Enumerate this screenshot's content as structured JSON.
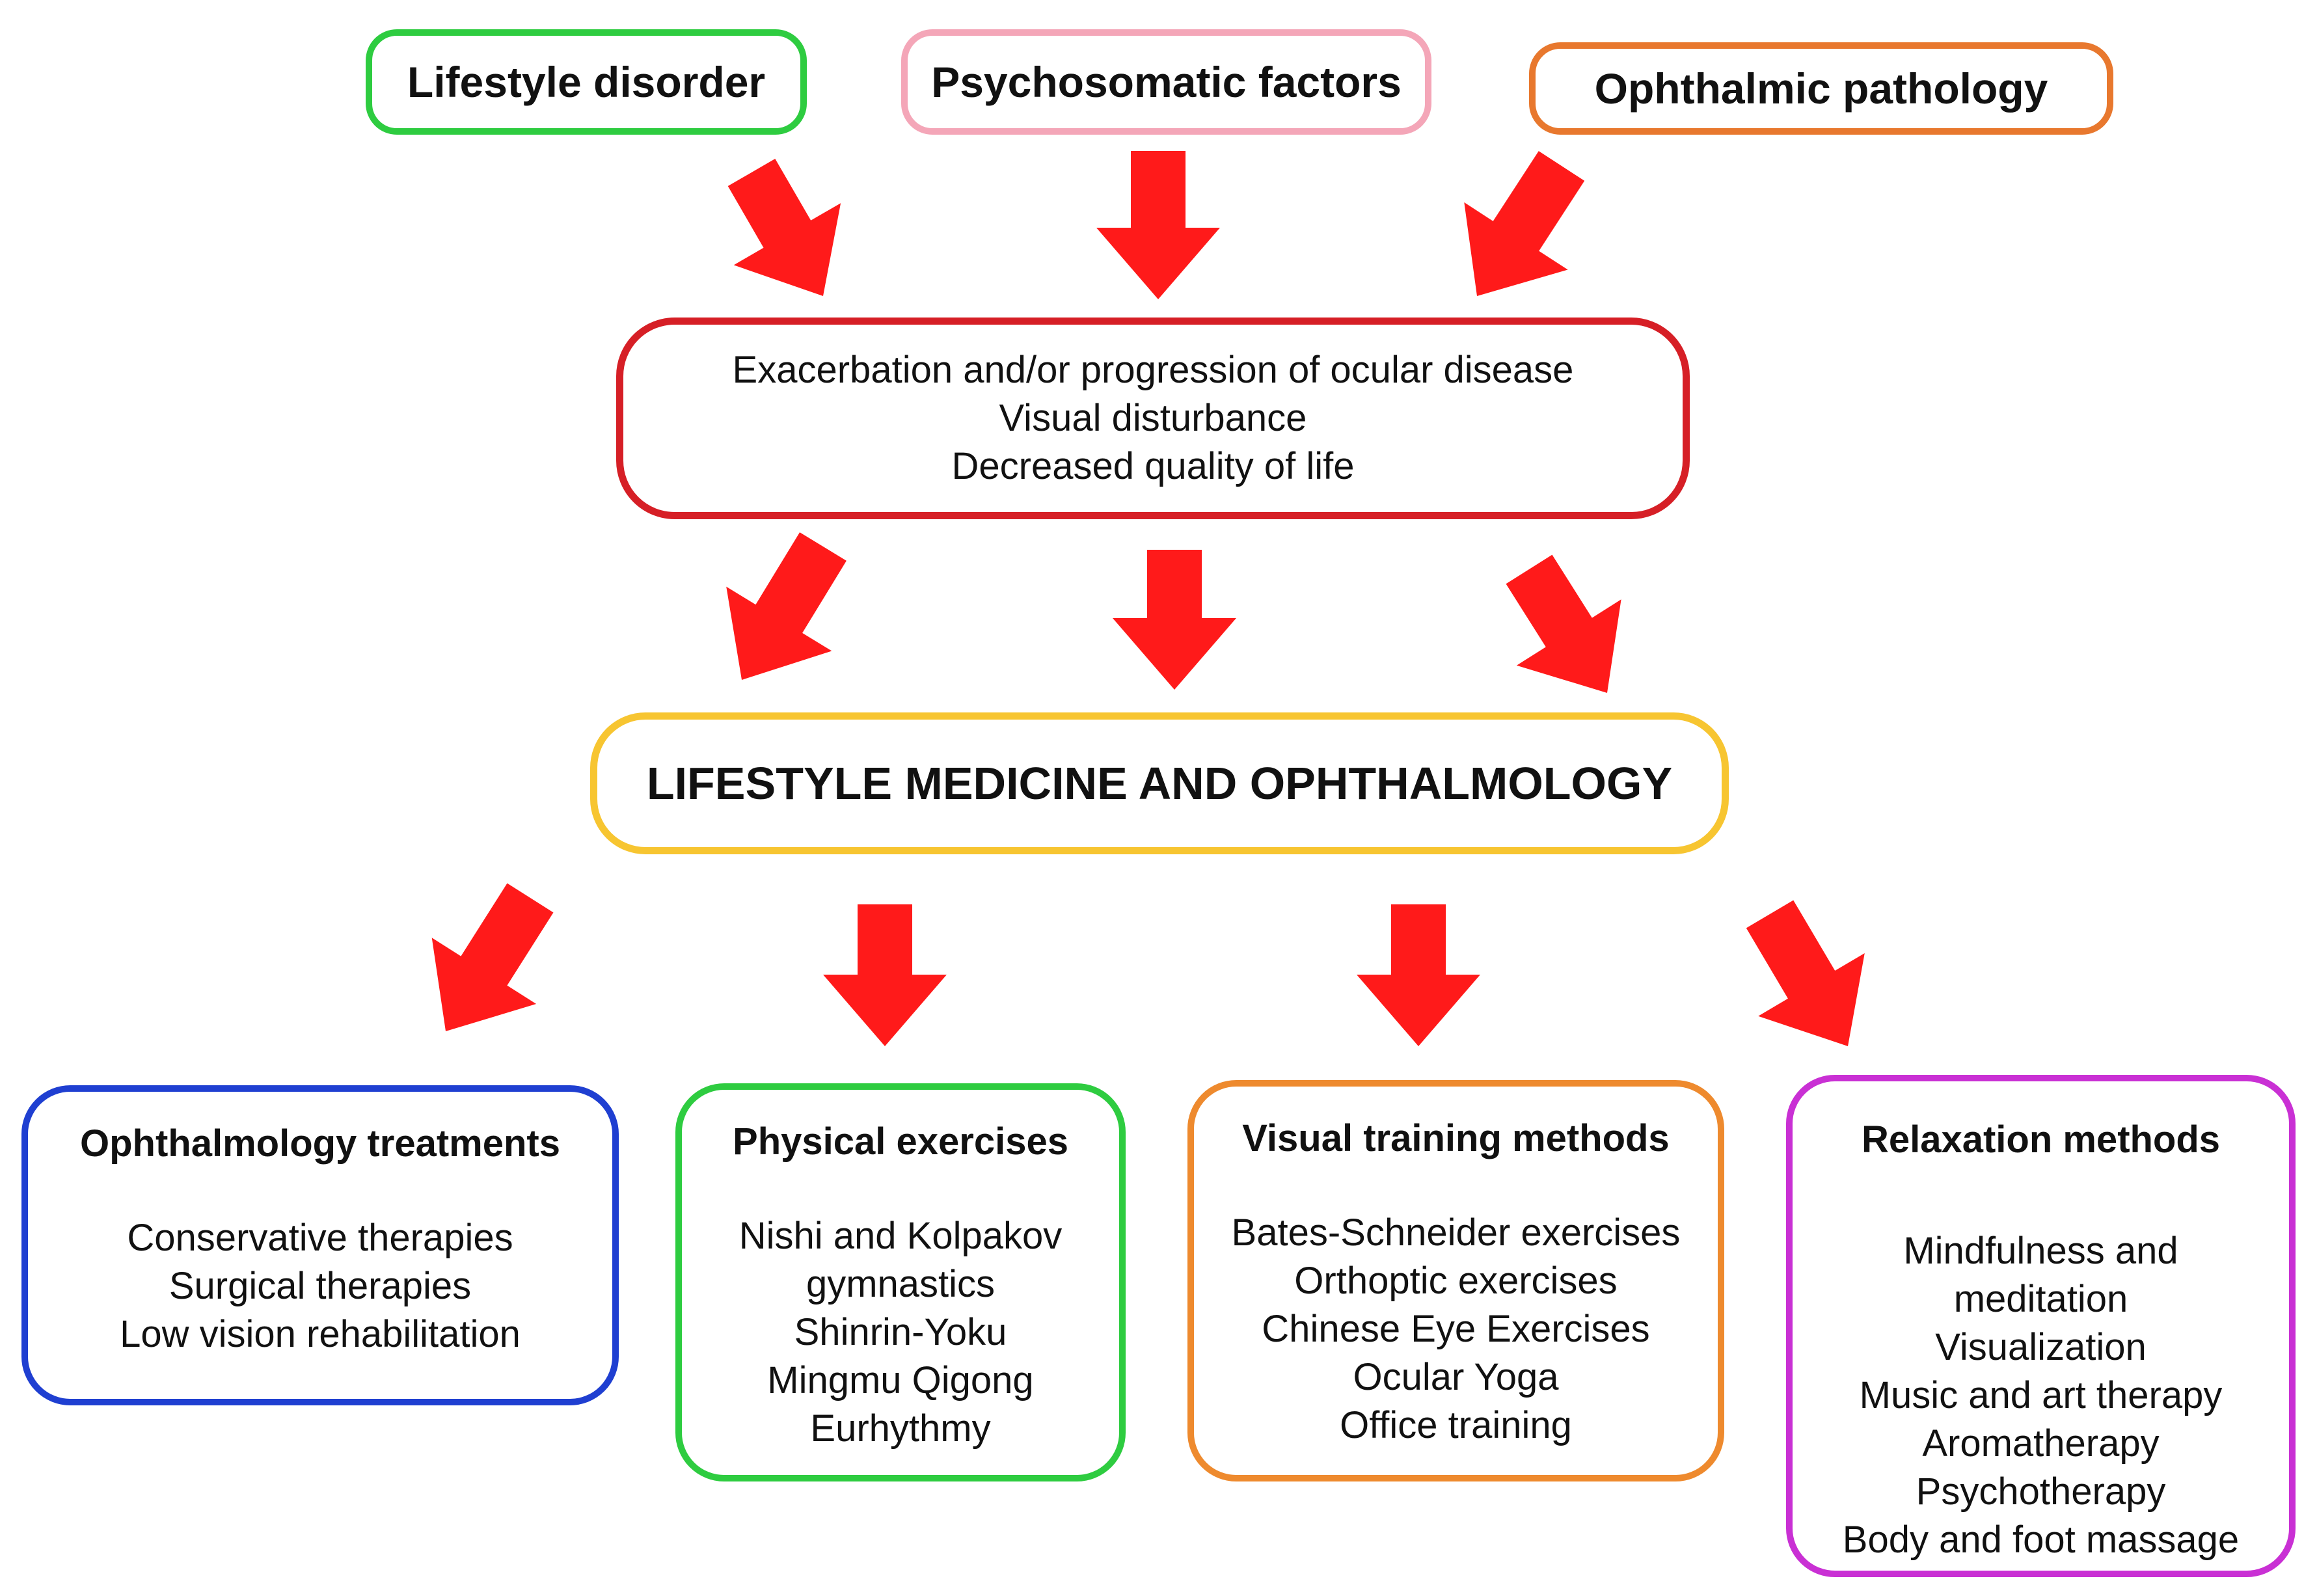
{
  "diagram": {
    "causes": [
      {
        "label": "Lifestyle disorder",
        "color": "#2ecc40"
      },
      {
        "label": "Psychosomatic factors",
        "color": "#f4a6b8"
      },
      {
        "label": "Ophthalmic pathology",
        "color": "#e8782e"
      }
    ],
    "effects": {
      "color": "#d61f26",
      "lines": [
        "Exacerbation and/or progression of ocular disease",
        "Visual disturbance",
        "Decreased quality of life"
      ]
    },
    "central": {
      "label": "LIFESTYLE MEDICINE AND OPHTHALMOLOGY",
      "color": "#f7c531"
    },
    "approaches": [
      {
        "title": "Ophthalmology treatments",
        "color": "#1f3fd1",
        "items": [
          "Conservative therapies",
          "Surgical therapies",
          "Low vision rehabilitation"
        ]
      },
      {
        "title": "Physical exercises",
        "color": "#2ecc40",
        "items": [
          "Nishi and Kolpakov",
          "gymnastics",
          "Shinrin-Yoku",
          "Mingmu Qigong",
          "Eurhythmy"
        ]
      },
      {
        "title": "Visual training methods",
        "color": "#ee8a2e",
        "items": [
          "Bates-Schneider exercises",
          "Orthoptic exercises",
          "Chinese Eye Exercises",
          "Ocular Yoga",
          "Office training"
        ]
      },
      {
        "title": "Relaxation methods",
        "color": "#c930d4",
        "items": [
          "Mindfulness and",
          "meditation",
          "Visualization",
          "Music and art therapy",
          "Aromatherapy",
          "Psychotherapy",
          "Body and foot massage"
        ]
      }
    ],
    "arrow_color": "#ff1a1a"
  }
}
